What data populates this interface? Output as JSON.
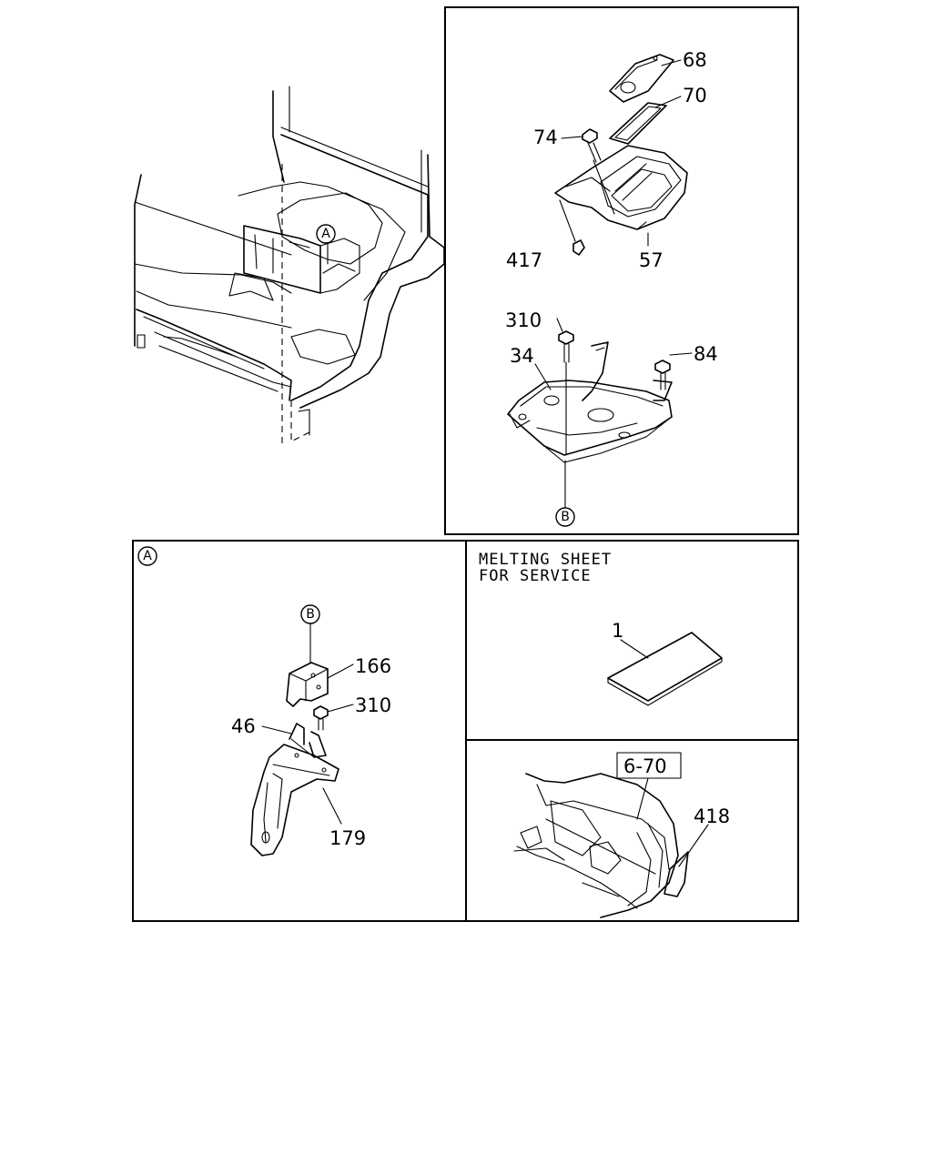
{
  "callouts": {
    "p68": "68",
    "p70": "70",
    "p74": "74",
    "p417": "417",
    "p57": "57",
    "p310_top": "310",
    "p84": "84",
    "p34": "34",
    "p166": "166",
    "p310_detail": "310",
    "p46": "46",
    "p179": "179",
    "p1": "1",
    "p418": "418",
    "ref_6_70": "6-70"
  },
  "markers": {
    "a_main": "A",
    "b_top": "B",
    "a_detail": "A",
    "b_detail": "B"
  },
  "notes": {
    "line1": "MELTING SHEET",
    "line2": "FOR SERVICE"
  }
}
